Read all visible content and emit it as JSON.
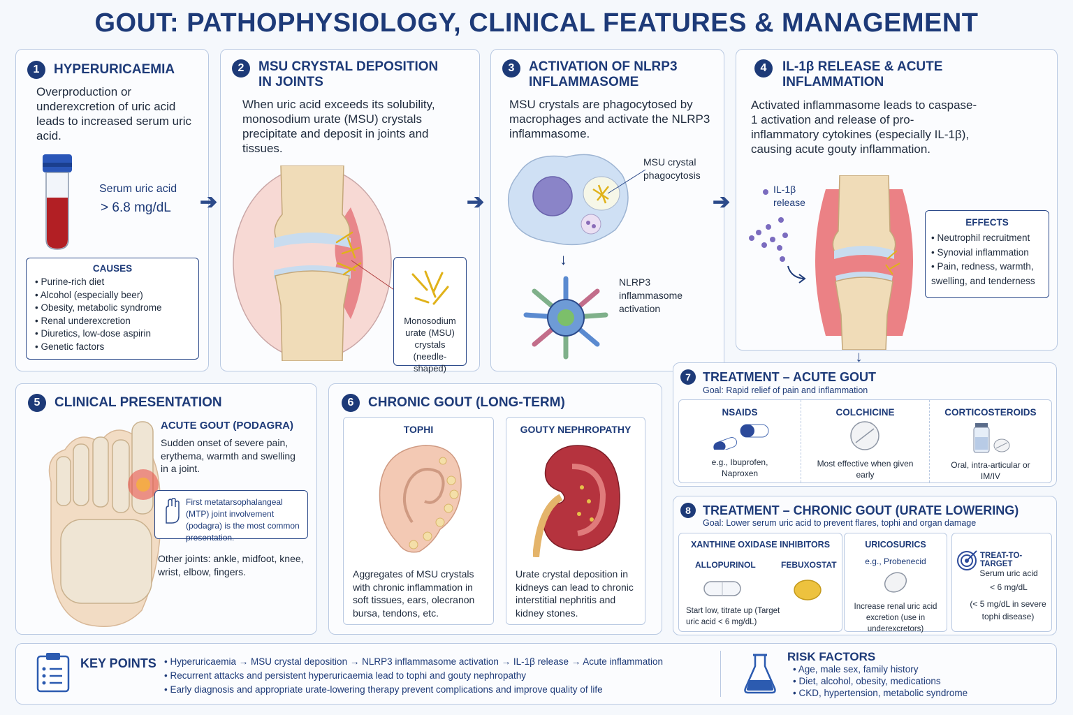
{
  "title": "GOUT: PATHOPHYSIOLOGY, CLINICAL FEATURES & MANAGEMENT",
  "colors": {
    "navy": "#1d3a78",
    "red": "#d43c3c",
    "panel": "#fbfcfe"
  },
  "s1": {
    "num": "1",
    "heading": "HYPERURICAEMIA",
    "text": "Overproduction or underexcretion of uric acid leads to increased serum uric acid.",
    "serum_label": "Serum uric acid",
    "serum_value": "> 6.8 mg/dL",
    "causes_title": "CAUSES",
    "causes": [
      "Purine-rich diet",
      "Alcohol (especially beer)",
      "Obesity, metabolic syndrome",
      "Renal underexcretion",
      "Diuretics, low-dose aspirin",
      "Genetic factors"
    ]
  },
  "s2": {
    "num": "2",
    "heading": "MSU CRYSTAL DEPOSITION IN JOINTS",
    "text": "When uric acid exceeds its solubility, monosodium urate (MSU) crystals precipitate and deposit in joints and tissues.",
    "crystal_label": "Monosodium urate (MSU) crystals (needle-shaped)"
  },
  "s3": {
    "num": "3",
    "heading": "ACTIVATION OF NLRP3 INFLAMMASOME",
    "text": "MSU crystals are phagocytosed by macrophages and activate the NLRP3 inflammasome.",
    "phago_label": "MSU crystal phagocytosis",
    "nlrp3_label": "NLRP3 inflammasome activation"
  },
  "s4": {
    "num": "4",
    "heading": "IL-1β RELEASE & ACUTE INFLAMMATION",
    "text": "Activated inflammasome leads to caspase-1 activation and release of pro-inflammatory cytokines (especially IL-1β), causing acute gouty inflammation.",
    "il1_label": "IL-1β release",
    "effects_title": "EFFECTS",
    "effects": [
      "Neutrophil recruitment",
      "Synovial inflammation",
      "Pain, redness, warmth, swelling, and tenderness"
    ]
  },
  "s5": {
    "num": "5",
    "heading": "CLINICAL PRESENTATION",
    "acute_title": "ACUTE GOUT (PODAGRA)",
    "acute_text": "Sudden onset of severe pain, erythema, warmth and swelling in a joint.",
    "mtp_text": "First metatarsophalangeal (MTP) joint involvement (podagra) is the most common presentation.",
    "other_text": "Other joints: ankle, midfoot, knee, wrist, elbow, fingers."
  },
  "s6": {
    "num": "6",
    "heading": "CHRONIC GOUT (LONG-TERM)",
    "tophi_title": "TOPHI",
    "tophi_text": "Aggregates of MSU crystals with chronic inflammation in soft tissues, ears, olecranon bursa, tendons, etc.",
    "neph_title": "GOUTY NEPHROPATHY",
    "neph_text": "Urate crystal deposition in kidneys can lead to chronic interstitial nephritis and kidney stones."
  },
  "s7": {
    "num": "7",
    "heading": "TREATMENT – ACUTE GOUT",
    "goal": "Goal: Rapid relief of pain and inflammation",
    "drugs": [
      {
        "name": "NSAIDS",
        "note": "e.g., Ibuprofen, Naproxen"
      },
      {
        "name": "COLCHICINE",
        "note": "Most effective when given early"
      },
      {
        "name": "CORTICOSTEROIDS",
        "note": "Oral, intra-articular or IM/IV"
      }
    ]
  },
  "s8": {
    "num": "8",
    "heading": "TREATMENT – CHRONIC GOUT (URATE LOWERING)",
    "goal": "Goal: Lower serum uric acid to prevent flares, tophi and organ damage",
    "xoi_title": "XANTHINE OXIDASE INHIBITORS",
    "allo": "ALLOPURINOL",
    "febu": "FEBUXOSTAT",
    "xoi_note": "Start low, titrate up (Target uric acid < 6 mg/dL)",
    "uri_title": "URICOSURICS",
    "uri_eg": "e.g., Probenecid",
    "uri_note": "Increase renal uric acid excretion (use in underexcretors)",
    "t2t_title": "TREAT-TO-TARGET",
    "t2t_line1": "Serum uric acid",
    "t2t_line2": "< 6 mg/dL",
    "t2t_line3": "(< 5 mg/dL in severe tophi disease)"
  },
  "key": {
    "title": "KEY POINTS",
    "points": [
      "Hyperuricaemia → MSU crystal deposition → NLRP3 inflammasome activation → IL-1β release → Acute inflammation",
      "Recurrent attacks and persistent hyperuricaemia lead to tophi and gouty nephropathy",
      "Early diagnosis and appropriate urate-lowering therapy prevent complications and improve quality of life"
    ]
  },
  "risk": {
    "title": "RISK FACTORS",
    "items": [
      "Age, male sex, family history",
      "Diet, alcohol, obesity, medications",
      "CKD, hypertension, metabolic syndrome"
    ]
  },
  "icons": [
    "test-tube-icon",
    "knee-joint-icon",
    "crystal-icon",
    "macrophage-icon",
    "inflammasome-icon",
    "inflamed-knee-icon",
    "foot-icon",
    "hand-icon",
    "ear-icon",
    "kidney-icon",
    "capsule-icon",
    "tablet-icon",
    "vial-icon",
    "target-icon",
    "clipboard-icon",
    "flask-icon"
  ]
}
